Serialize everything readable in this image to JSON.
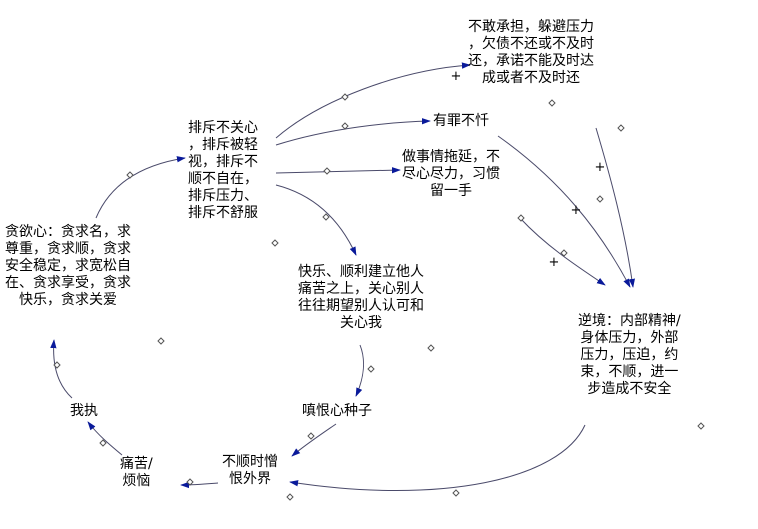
{
  "nodes": {
    "greed": [
      "贪欲心：贪求名，求",
      "尊重，贪求顺，贪求",
      "安全稳定，求宽松自",
      "在、贪求享受，贪求",
      "快乐，贪求关爱"
    ],
    "reject": [
      "排斥不关心",
      "，排斥被轻",
      "视，排斥不",
      "顺不自在，",
      "排斥压力、",
      "排斥不舒服"
    ],
    "dare": [
      "不敢承担，躲避压力",
      "，欠债不还或不及时",
      "还，承诺不能及时达",
      "成或者不及时还"
    ],
    "guilt": [
      "有罪不忏"
    ],
    "procrastinate": [
      "做事情拖延，不",
      "尽心尽力，习惯",
      "留一手"
    ],
    "happy": [
      "快乐、顺利建立他人",
      "痛苦之上，关心别人",
      "往往期望别人认可和",
      "关心我"
    ],
    "adversity": [
      "逆境：内部精神/",
      "身体压力，外部",
      "压力，压迫，约",
      "束，不顺，进一",
      "步造成不安全"
    ],
    "hatred_seed": [
      "嗔恨心种子"
    ],
    "hatred": [
      "不顺时憎",
      "恨外界"
    ],
    "pain": [
      "痛苦/",
      "烦恼"
    ],
    "ego": [
      "我执"
    ]
  },
  "polarity": [
    "+",
    "+",
    "+",
    "+"
  ],
  "colors": {
    "arrow": "#0a1a9a",
    "line": "#4a4a6a",
    "text": "#000000"
  }
}
